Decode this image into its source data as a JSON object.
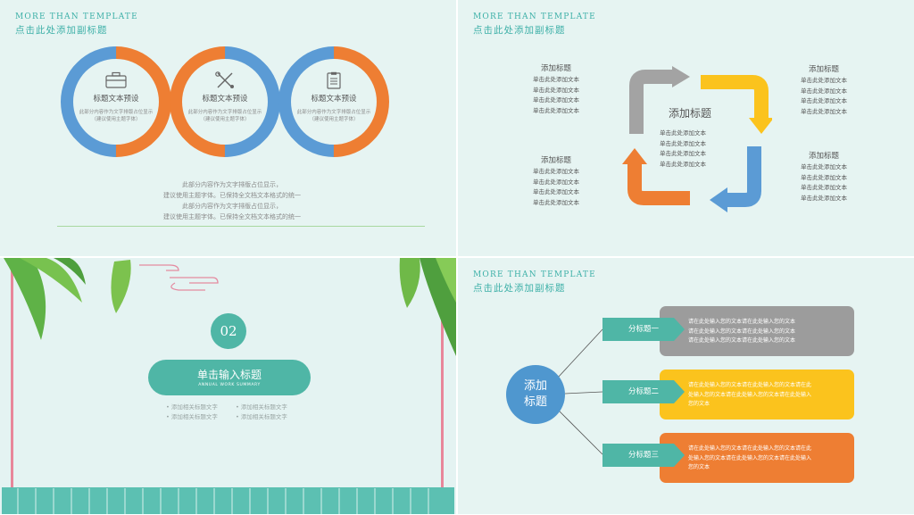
{
  "q1": {
    "header_en": "MORE THAN TEMPLATE",
    "header_cn": "点击此处添加副标题",
    "circles": [
      {
        "icon": "briefcase-icon",
        "title": "标题文本预设",
        "desc1": "此部分内容作为文字排版占位显示",
        "desc2": "（建议使用主题字体）"
      },
      {
        "icon": "tools-icon",
        "title": "标题文本预设",
        "desc1": "此部分内容作为文字排版占位显示",
        "desc2": "（建议使用主题字体）"
      },
      {
        "icon": "clipboard-icon",
        "title": "标题文本预设",
        "desc1": "此部分内容作为文字排版占位显示",
        "desc2": "（建议使用主题字体）"
      }
    ],
    "paragraph": [
      "此部分内容作为文字排版占位显示，",
      "建议使用主题字体。已保持全文档文本格式的统一",
      "此部分内容作为文字排版占位显示，",
      "建议使用主题字体。已保持全文档文本格式的统一"
    ]
  },
  "q2": {
    "header_en": "MORE THAN TEMPLATE",
    "header_cn": "点击此处添加副标题",
    "center_title": "添加标题",
    "center_lines": [
      "单击此处添加文本",
      "单击此处添加文本",
      "单击此处添加文本",
      "单击此处添加文本"
    ],
    "blocks": [
      {
        "title": "添加标题",
        "lines": [
          "单击此处添加文本",
          "单击此处添加文本",
          "单击此处添加文本",
          "单击此处添加文本"
        ]
      },
      {
        "title": "添加标题",
        "lines": [
          "单击此处添加文本",
          "单击此处添加文本",
          "单击此处添加文本",
          "单击此处添加文本"
        ]
      },
      {
        "title": "添加标题",
        "lines": [
          "单击此处添加文本",
          "单击此处添加文本",
          "单击此处添加文本",
          "单击此处添加文本"
        ]
      },
      {
        "title": "添加标题",
        "lines": [
          "单击此处添加文本",
          "单击此处添加文本",
          "单击此处添加文本",
          "单击此处添加文本"
        ]
      }
    ],
    "arrow_colors": {
      "gray": "#a3a3a3",
      "yellow": "#fbc31d",
      "blue": "#5b9bd5",
      "orange": "#ee7e33"
    }
  },
  "q3": {
    "number": "02",
    "title": "单击输入标题",
    "subtitle": "ANNUAL WORK SUMMARY",
    "bullets": [
      "• 添加相关标题文字",
      "• 添加相关标题文字",
      "• 添加相关标题文字",
      "• 添加相关标题文字"
    ]
  },
  "q4": {
    "header_en": "MORE THAN TEMPLATE",
    "header_cn": "点击此处添加副标题",
    "hub_line1": "添加",
    "hub_line2": "标题",
    "tabs": [
      "分标题一",
      "分标题二",
      "分标题三"
    ],
    "boxes": [
      [
        "请在此处输入您的文本请在此处输入您的文本",
        "请在此处输入您的文本请在此处输入您的文本",
        "请在此处输入您的文本请在此处输入您的文本"
      ],
      [
        "请在此处输入您的文本请在此处输入您的文本请在此",
        "处输入您的文本请在此处输入您的文本请在此处输入",
        "您的文本"
      ],
      [
        "请在此处输入您的文本请在此处输入您的文本请在此",
        "处输入您的文本请在此处输入您的文本请在此处输入",
        "您的文本"
      ]
    ],
    "colors": {
      "teal": "#4fb6a6",
      "gray": "#9c9c9c",
      "yellow": "#fbc31d",
      "orange": "#ee7e33",
      "hub": "#4f97cf"
    }
  }
}
